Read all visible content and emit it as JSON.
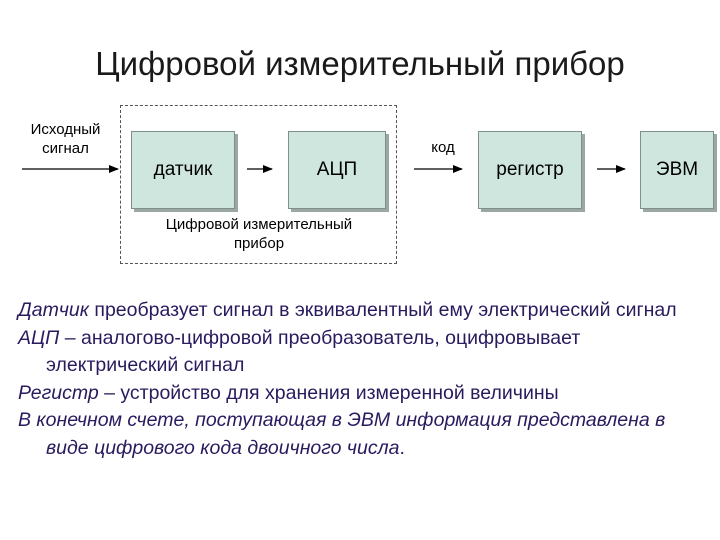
{
  "title": "Цифровой измерительный прибор",
  "diagram": {
    "input_label": [
      "Исходный",
      "сигнал"
    ],
    "blocks": {
      "sensor": "датчик",
      "adc": "АЦП",
      "register": "регистр",
      "computer": "ЭВМ"
    },
    "code_label": "код",
    "group_label": [
      "Цифровой измерительный",
      "прибор"
    ]
  },
  "colors": {
    "box_fill": "#cfe6df",
    "box_border": "#7f8f8a",
    "text_accent": "#2a1a5e"
  },
  "description": [
    {
      "term": "Датчик",
      "rest": " преобразует сигнал в эквивалентный ему электрический сигнал"
    },
    {
      "term": "АЦП",
      "rest": " – аналогово-цифровой преобразователь, оцифровывает электрический сигнал"
    },
    {
      "term": "Регистр",
      "rest": " – устройство для хранения измеренной величины"
    },
    {
      "term": "В конечном счете, поступающая в ЭВМ информация представлена в виде цифрового кода двоичного числа",
      "rest": "."
    }
  ]
}
